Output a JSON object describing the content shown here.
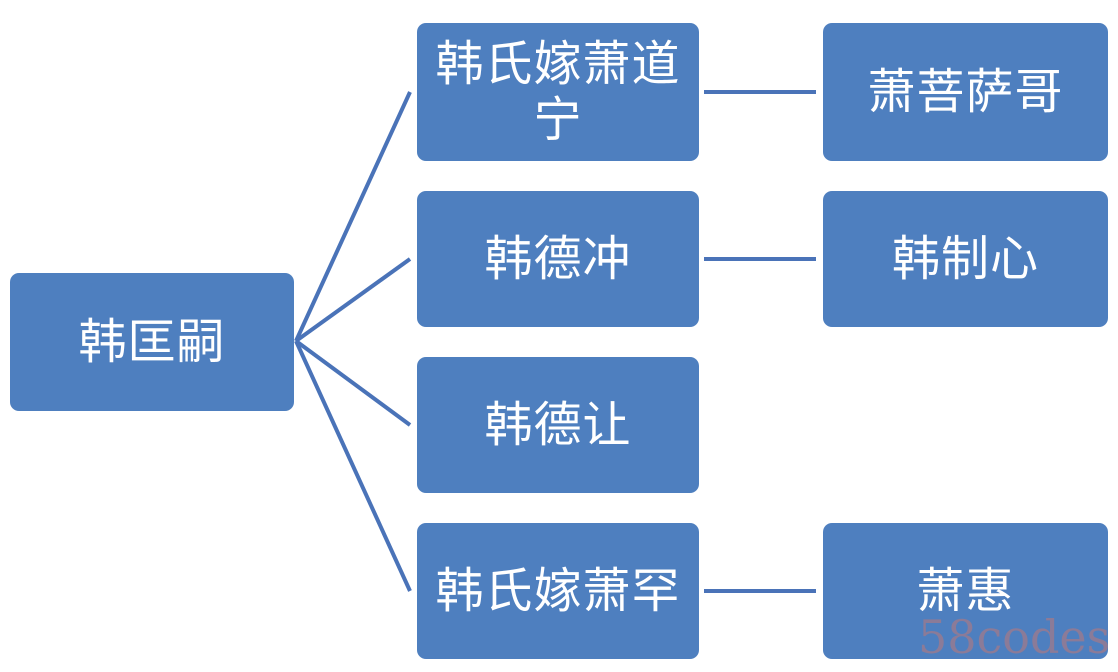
{
  "colors": {
    "node_fill": "#4e7fbf",
    "connector": "#4a73b8",
    "text": "#ffffff"
  },
  "tree": {
    "root": "韩匡嗣",
    "children": [
      {
        "label": "韩氏嫁萧道宁",
        "child": "萧菩萨哥"
      },
      {
        "label": "韩德冲",
        "child": "韩制心"
      },
      {
        "label": "韩德让",
        "child": null
      },
      {
        "label": "韩氏嫁萧罕",
        "child": "萧惠"
      }
    ]
  },
  "watermark": "58codes"
}
